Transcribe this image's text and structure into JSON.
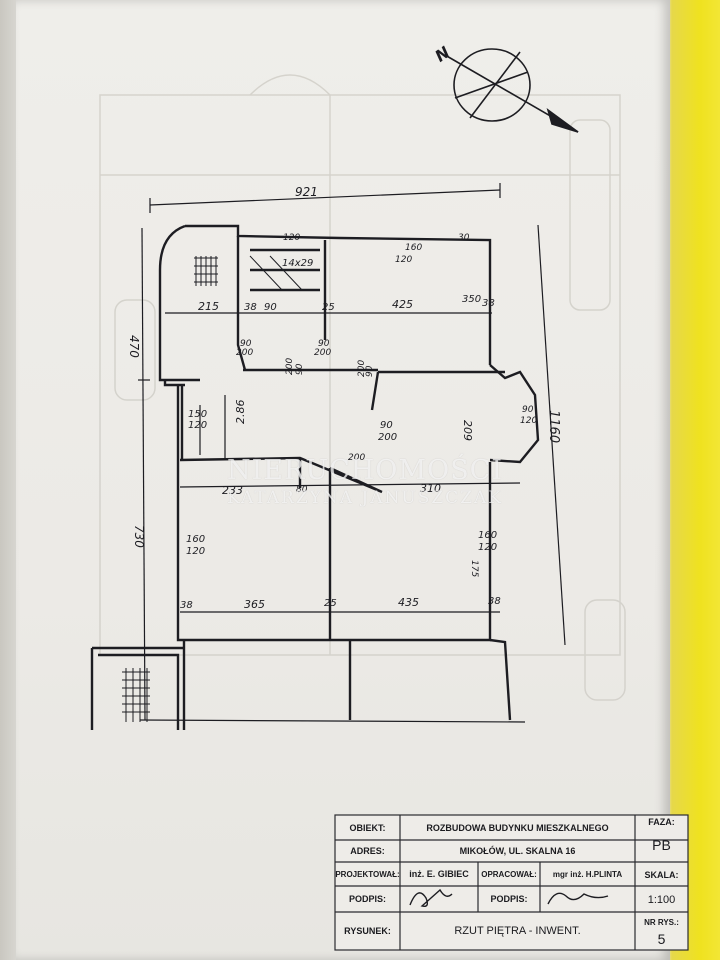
{
  "colors": {
    "ink": "#1d1d22",
    "paper": "#eceae6",
    "yellow": "#efe21f"
  },
  "compass": {
    "label": "N",
    "icon": "north-arrow-icon"
  },
  "dimensions": {
    "overall_width": "921",
    "overall_height": "1160",
    "left_upper": "470",
    "left_lower": "730",
    "room_upper_left": "215",
    "wall_38_a": "38",
    "wall_90_a": "90",
    "wall_25_a": "25",
    "room_upper_right": "425",
    "wall_38_b": "38",
    "stair": "14x29",
    "top_wall_a": "120",
    "top_wall_b": "30",
    "d350": "350",
    "window_160_top": "160",
    "window_120_top": "120",
    "door_90_a": "90",
    "door_200_a": "200",
    "door_90_b": "90",
    "door_200_b": "200",
    "d200_c": "200",
    "d90_c": "90",
    "d200_d": "200",
    "d90_d": "90",
    "window_150": "150",
    "window_120_left": "120",
    "height_286": "2.86",
    "door_90_e": "90",
    "door_200_e": "200",
    "d209": "209",
    "bay_90": "90",
    "bay_120": "120",
    "d233": "233",
    "d310": "310",
    "d200_f": "200",
    "d80": "80",
    "window_160_left": "160",
    "window_120_low": "120",
    "window_160_right": "160",
    "window_120_right": "120",
    "d175": "175",
    "d38_c": "38",
    "d365": "365",
    "d25_c": "25",
    "d435": "435",
    "d38_d": "38"
  },
  "watermark": {
    "line1": "NIERUCHOMOŚCI",
    "line2": "KATARZYNA JANUSZCZAK"
  },
  "title_block": {
    "obiekt_label": "OBIEKT:",
    "obiekt_value": "ROZBUDOWA BUDYNKU MIESZKALNEGO",
    "faza_label": "FAZA:",
    "faza_value": "PB",
    "adres_label": "ADRES:",
    "adres_value": "MIKOŁÓW, UL. SKALNA 16",
    "projektowal_label": "PROJEKTOWAŁ:",
    "projektowal_value": "inż. E. GIBIEC",
    "opracowal_label": "OPRACOWAŁ:",
    "opracowal_value": "mgr inż. H.PLINTA",
    "skala_label": "SKALA:",
    "skala_value": "1:100",
    "podpis_label": "PODPIS:",
    "podpis2_label": "PODPIS:",
    "rysunek_label": "RYSUNEK:",
    "rysunek_value": "RZUT PIĘTRA - INWENT.",
    "nr_label": "NR RYS.:",
    "nr_value": "5"
  }
}
